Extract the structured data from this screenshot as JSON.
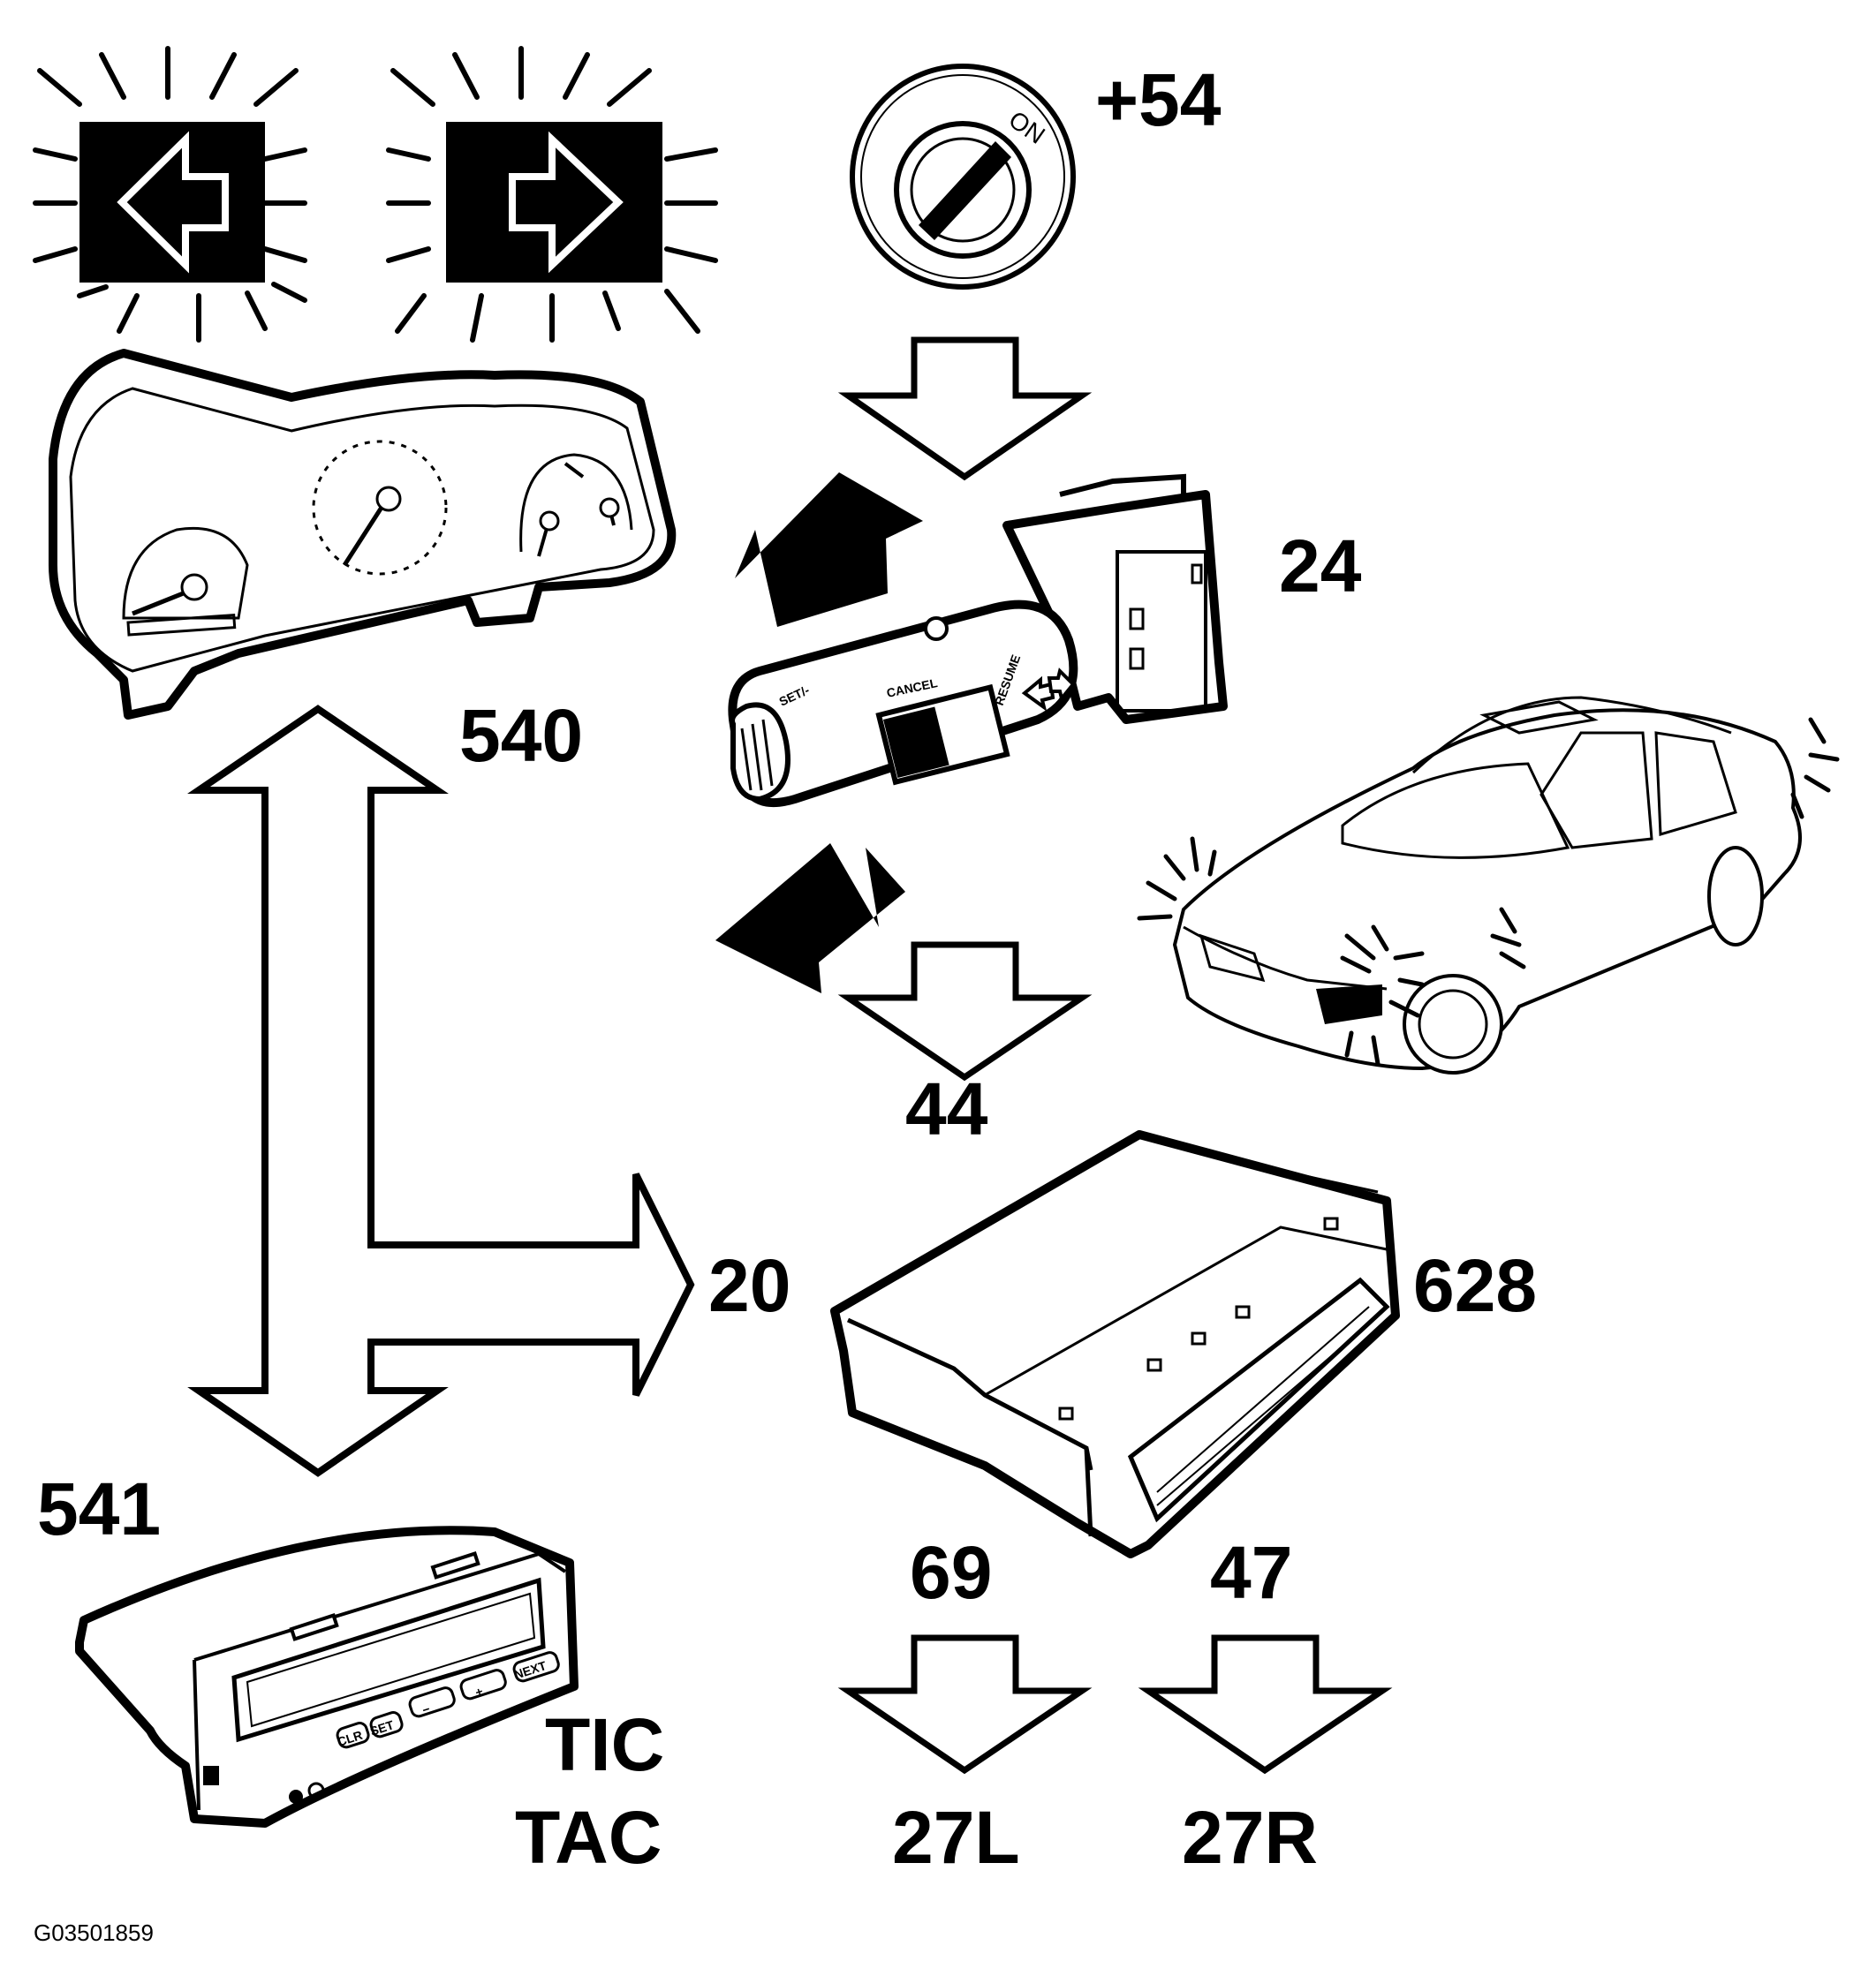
{
  "ignition": {
    "label": "+54",
    "switch_text": "ON"
  },
  "components": {
    "stalk_switch": "24",
    "instrument_cluster": "540",
    "cruise_module": "20",
    "indicator_out": "44",
    "control_unit": "628",
    "output_left": "69",
    "output_right": "47",
    "lamp_left": "27L",
    "lamp_right": "27R",
    "trip_computer": "541",
    "trip_computer_name_line1": "TIC",
    "trip_computer_name_line2": "TAC"
  },
  "stalk_text": {
    "cancel": "CANCEL",
    "set": "SET/-",
    "resume": "RESUME"
  },
  "tic_buttons": {
    "clr": "CLR",
    "set": "SET",
    "minus": "−",
    "plus": "+",
    "next": "NEXT"
  },
  "figure_code": "G03501859",
  "colors": {
    "ink": "#000000",
    "paper": "#ffffff"
  }
}
